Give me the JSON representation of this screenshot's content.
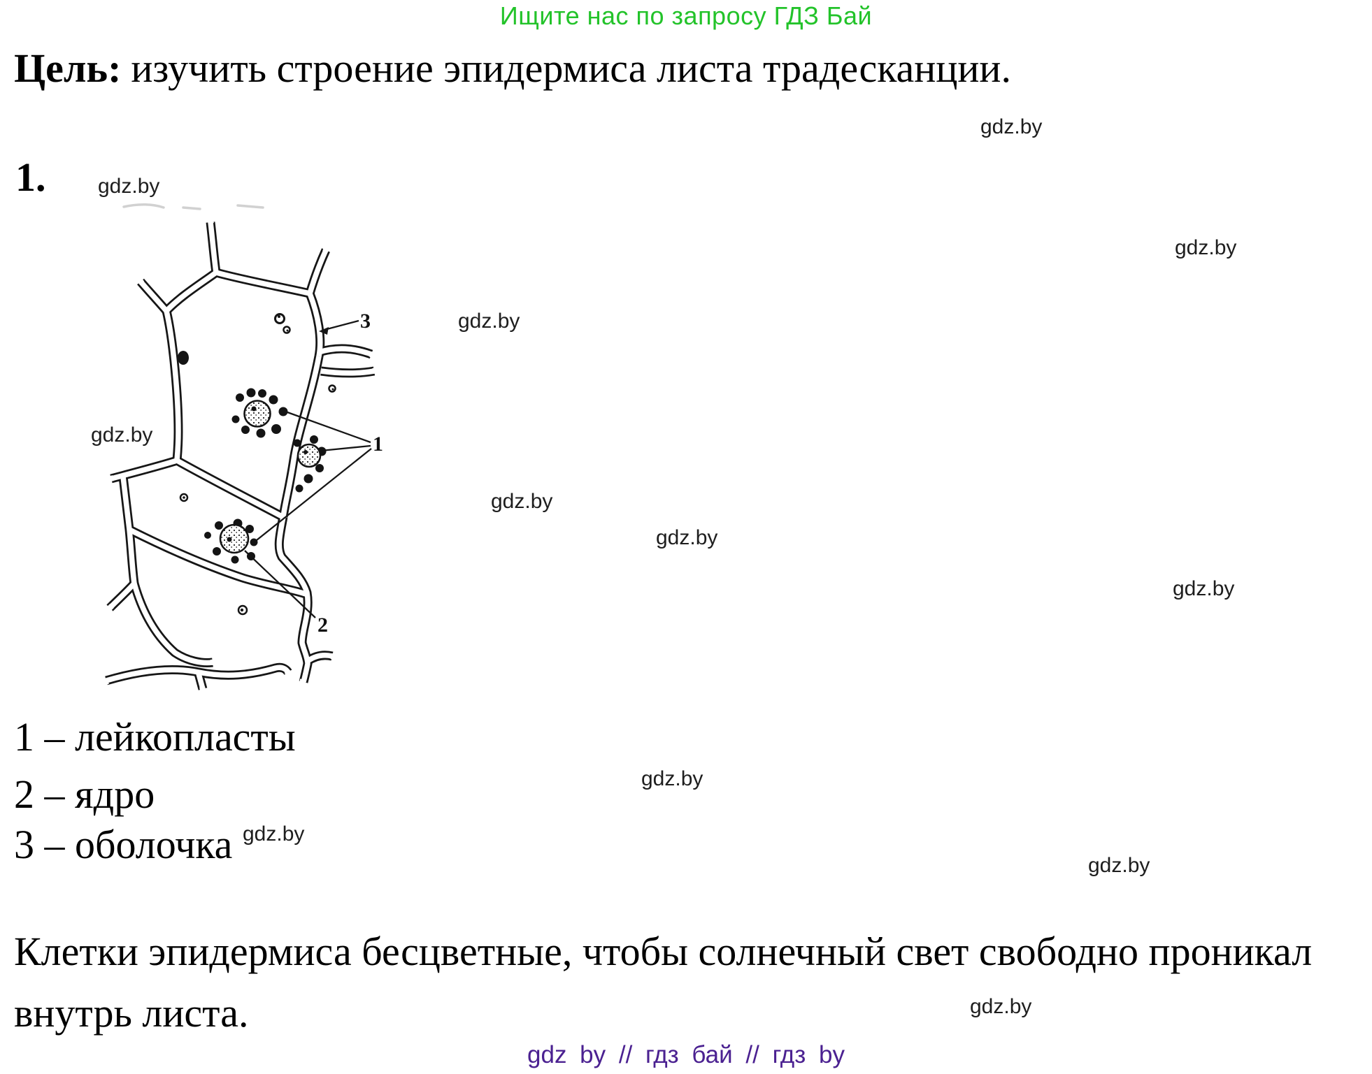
{
  "banner": {
    "text": "Ищите нас по запросу ГДЗ Бай",
    "color": "#23c32a"
  },
  "title": {
    "bold": "Цель:",
    "rest": "изучить строение эпидермиса листа традесканции."
  },
  "task_number": "1.",
  "watermark": {
    "text": "gdz.by"
  },
  "diagram": {
    "labels": {
      "leucoplasts": "1",
      "nucleus": "2",
      "membrane": "3"
    }
  },
  "legend": {
    "items": [
      "1 – лейкопласты",
      "2 – ядро",
      "3 – оболочка"
    ]
  },
  "paragraph": {
    "full_text": "Клетки эпидермиса бесцветные, чтобы солнечный свет свободно проникал внутрь листа.",
    "lines": [
      "Клетки эпидермиса бесцветные, чтобы солнечный свет свободно проникал",
      "внутрь листа."
    ]
  },
  "footer": {
    "text": "gdz by // гдз бай // гдз by",
    "color": "#4b2191"
  }
}
